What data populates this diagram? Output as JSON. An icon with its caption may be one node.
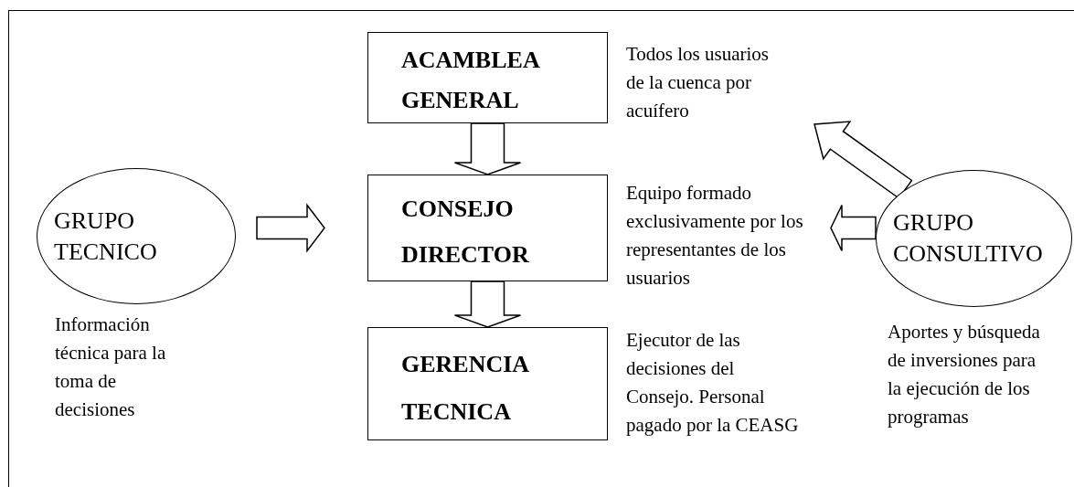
{
  "diagram": {
    "nodes": [
      {
        "text": [
          "ACAMBLEA GENERAL"
        ],
        "beside": [
          "Todos los usuarios de la cuenca por acuífero"
        ]
      },
      {
        "text": [
          "GRUPO TECNICO"
        ],
        "beside": [
          "Información técnica para la toma de decisiones"
        ]
      },
      {
        "text": [
          "CONSEJO DIRECTOR"
        ],
        "beside": [
          "Equipo formado exclusivamente por los representantes de los usuarios"
        ]
      },
      {
        "text": [
          "GRUPO CONSULTIVO"
        ],
        "beside": [
          "Aportes y búsqueda de inversiones para la ejecución de los programas"
        ]
      },
      {
        "text": [
          "GERENCIA TECNICA"
        ],
        "beside": [
          "Ejecutor de las decisiones del Consejo. Personal pagado por la CEASG"
        ]
      }
    ],
    "edges": [
      {
        "from": 0,
        "to": 2,
        "arrow": "to"
      },
      {
        "from": 1,
        "to": 2,
        "arrow": "to"
      },
      {
        "from": 2,
        "to": 4,
        "arrow": "to"
      },
      {
        "from": 3,
        "to": 2,
        "arrow": "to"
      },
      {
        "from": 3,
        "to": null,
        "arrow": "to"
      }
    ]
  }
}
